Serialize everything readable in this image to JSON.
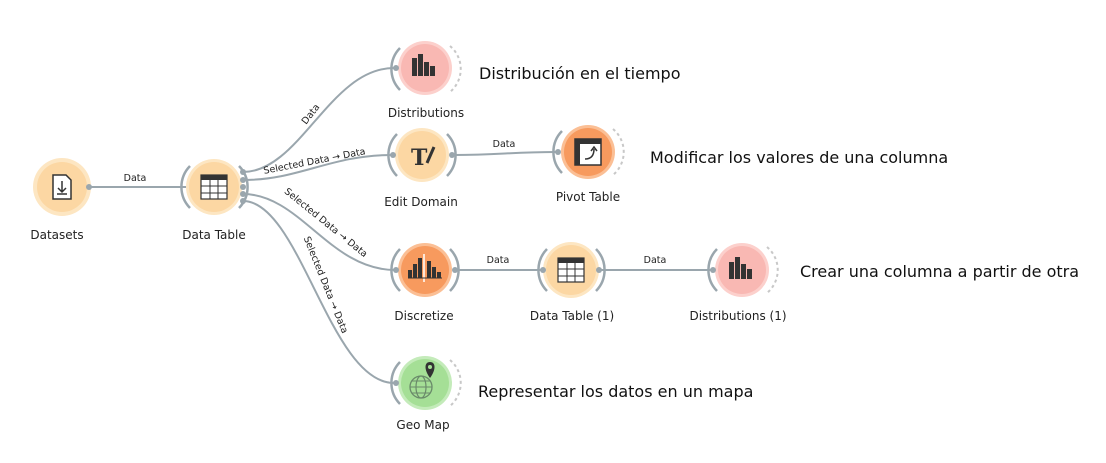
{
  "colors": {
    "link": "#9aa6ad",
    "data_orange_fill": "#fde0b3",
    "data_orange_ring": "#f7c98a",
    "transform_fill": "#f7a570",
    "transform_ring": "#f59a6b",
    "visual_fill": "#fbc7c2",
    "visual_ring": "#f4aaa6",
    "geo_fill": "#a9e29e",
    "geo_ring": "#b9e4b0",
    "edit_fill": "#fcd9a7"
  },
  "nodes": {
    "datasets": {
      "label": "Datasets",
      "icon": "file-download-icon"
    },
    "data_table": {
      "label": "Data Table",
      "icon": "table-icon"
    },
    "distributions": {
      "label": "Distributions",
      "icon": "bar-chart-icon"
    },
    "edit_domain": {
      "label": "Edit Domain",
      "icon": "text-edit-icon"
    },
    "pivot_table": {
      "label": "Pivot Table",
      "icon": "pivot-icon"
    },
    "discretize": {
      "label": "Discretize",
      "icon": "histogram-icon"
    },
    "data_table_1": {
      "label": "Data Table (1)",
      "icon": "table-icon"
    },
    "distributions_1": {
      "label": "Distributions (1)",
      "icon": "bar-chart-icon"
    },
    "geo_map": {
      "label": "Geo Map",
      "icon": "globe-pin-icon"
    }
  },
  "links": {
    "datasets_to_table": "Data",
    "table_to_distributions": "Data",
    "table_to_edit_domain": "Selected Data → Data",
    "edit_to_pivot": "Data",
    "table_to_discretize": "Selected Data → Data",
    "discretize_to_table1": "Data",
    "table1_to_distributions1": "Data",
    "table_to_geomap": "Selected Data → Data"
  },
  "notes": {
    "distribution_time": "Distribución en el tiempo",
    "modify_values": "Modificar los valores de una columna",
    "create_column": "Crear una columna a partir de otra",
    "represent_map": "Representar los datos en un mapa"
  }
}
